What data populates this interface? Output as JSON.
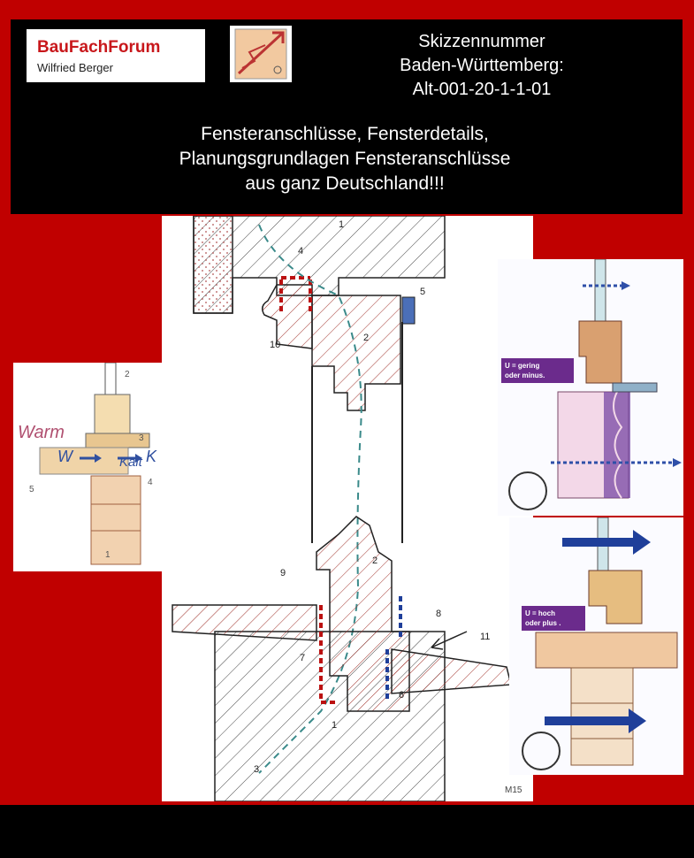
{
  "logo": {
    "brand": "BauFachForum",
    "author": "Wilfried Berger"
  },
  "sketch": {
    "label": "Skizzennummer",
    "region": "Baden-Württemberg:",
    "number": "Alt-001-20-1-1-01"
  },
  "headline": {
    "line1": "Fensteranschlüsse, Fensterdetails,",
    "line2": "Planungsgrundlagen Fensteranschlüsse",
    "line3": "aus ganz Deutschland!!!"
  },
  "main_drawing": {
    "markers": [
      "1",
      "2",
      "3",
      "4",
      "5",
      "6",
      "7",
      "8",
      "9",
      "10",
      "11",
      "2",
      "1"
    ],
    "code": "M15"
  },
  "left_sketch": {
    "warm": "Warm",
    "kalt": "Kalt",
    "w": "W",
    "k": "K",
    "markers": [
      "2",
      "3",
      "4",
      "5",
      "1"
    ]
  },
  "right_top": {
    "badge": "U = gering oder minus.",
    "badge_line1": "U = gering",
    "badge_line2": "oder minus."
  },
  "right_bottom": {
    "badge_line1": "U = hoch",
    "badge_line2": "oder plus ."
  },
  "colors": {
    "background": "#c00000",
    "header": "#000000",
    "brand_red": "#c8171b",
    "badge_purple": "#6b2b8c",
    "arrow_blue": "#1f3f9a",
    "hatch_red": "#a0312a",
    "insulation_purple": "#6f3fa0"
  }
}
